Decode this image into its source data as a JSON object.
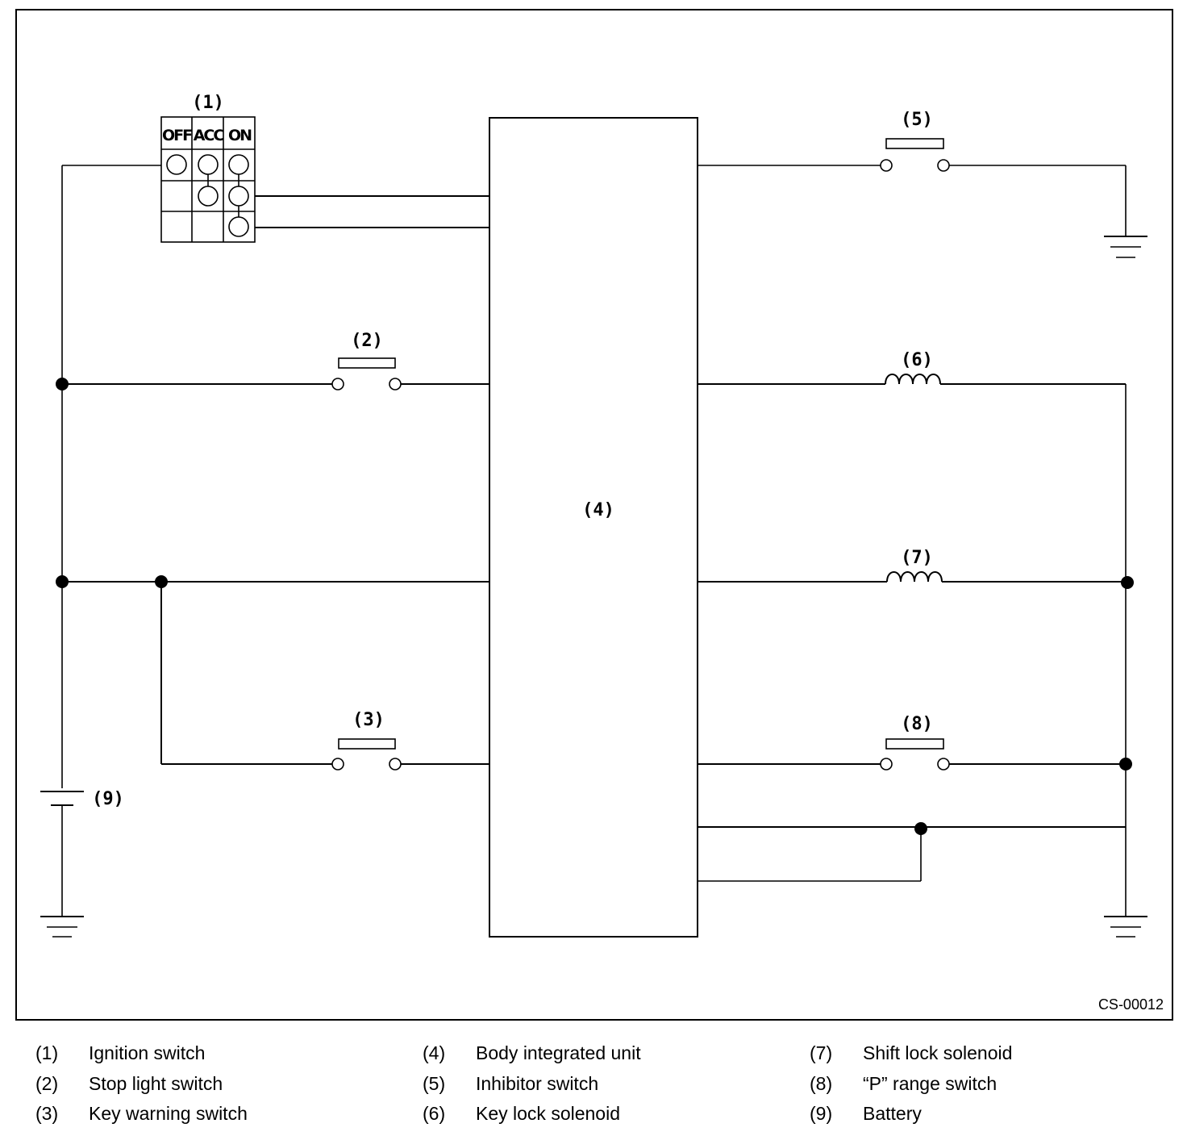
{
  "diagram": {
    "code": "CS-00012",
    "ignition_columns": [
      "OFF",
      "ACC",
      "ON"
    ],
    "labels": {
      "c1": "(1)",
      "c2": "(2)",
      "c3": "(3)",
      "c4": "(4)",
      "c5": "(5)",
      "c6": "(6)",
      "c7": "(7)",
      "c8": "(8)",
      "c9": "(9)"
    }
  },
  "legend": [
    {
      "num": "(1)",
      "text": "Ignition switch"
    },
    {
      "num": "(2)",
      "text": "Stop light switch"
    },
    {
      "num": "(3)",
      "text": "Key warning switch"
    },
    {
      "num": "(4)",
      "text": "Body integrated unit"
    },
    {
      "num": "(5)",
      "text": "Inhibitor switch"
    },
    {
      "num": "(6)",
      "text": "Key lock solenoid"
    },
    {
      "num": "(7)",
      "text": "Shift lock solenoid"
    },
    {
      "num": "(8)",
      "text": "“P” range switch"
    },
    {
      "num": "(9)",
      "text": "Battery"
    }
  ]
}
